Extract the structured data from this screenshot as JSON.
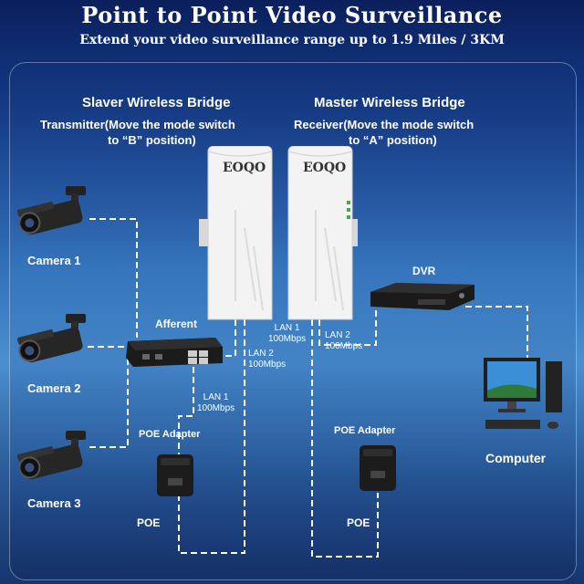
{
  "header": {
    "title": "Point to Point Video Surveillance",
    "subtitle": "Extend your video surveillance range up to 1.9 Miles / 3KM"
  },
  "slaver": {
    "title": "Slaver Wireless Bridge",
    "desc_line1": "Transmitter(Move the mode switch",
    "desc_line2": "to “B” position)"
  },
  "master": {
    "title": "Master Wireless Bridge",
    "desc_line1": "Receiver(Move the mode switch",
    "desc_line2": "to “A” position)"
  },
  "brand_logo": "EOQO",
  "cameras": [
    "Camera 1",
    "Camera 2",
    "Camera 3"
  ],
  "afferent": "Afferent",
  "dvr": "DVR",
  "computer": "Computer",
  "poe_adapter_left": "POE Adapter",
  "poe_adapter_right": "POE Adapter",
  "poe_left": "POE",
  "poe_right": "POE",
  "ports": {
    "slave_lan1": [
      "LAN 1",
      "100Mbps"
    ],
    "slave_lan2": [
      "LAN 2",
      "100Mbps"
    ],
    "switch_lan1": [
      "LAN 1",
      "100Mbps"
    ],
    "master_lan2": [
      "LAN 2",
      "100Mbps"
    ]
  },
  "colors": {
    "link": "#ffffff",
    "device_white": "#f2f2f2",
    "device_black": "#1a1a1a"
  }
}
